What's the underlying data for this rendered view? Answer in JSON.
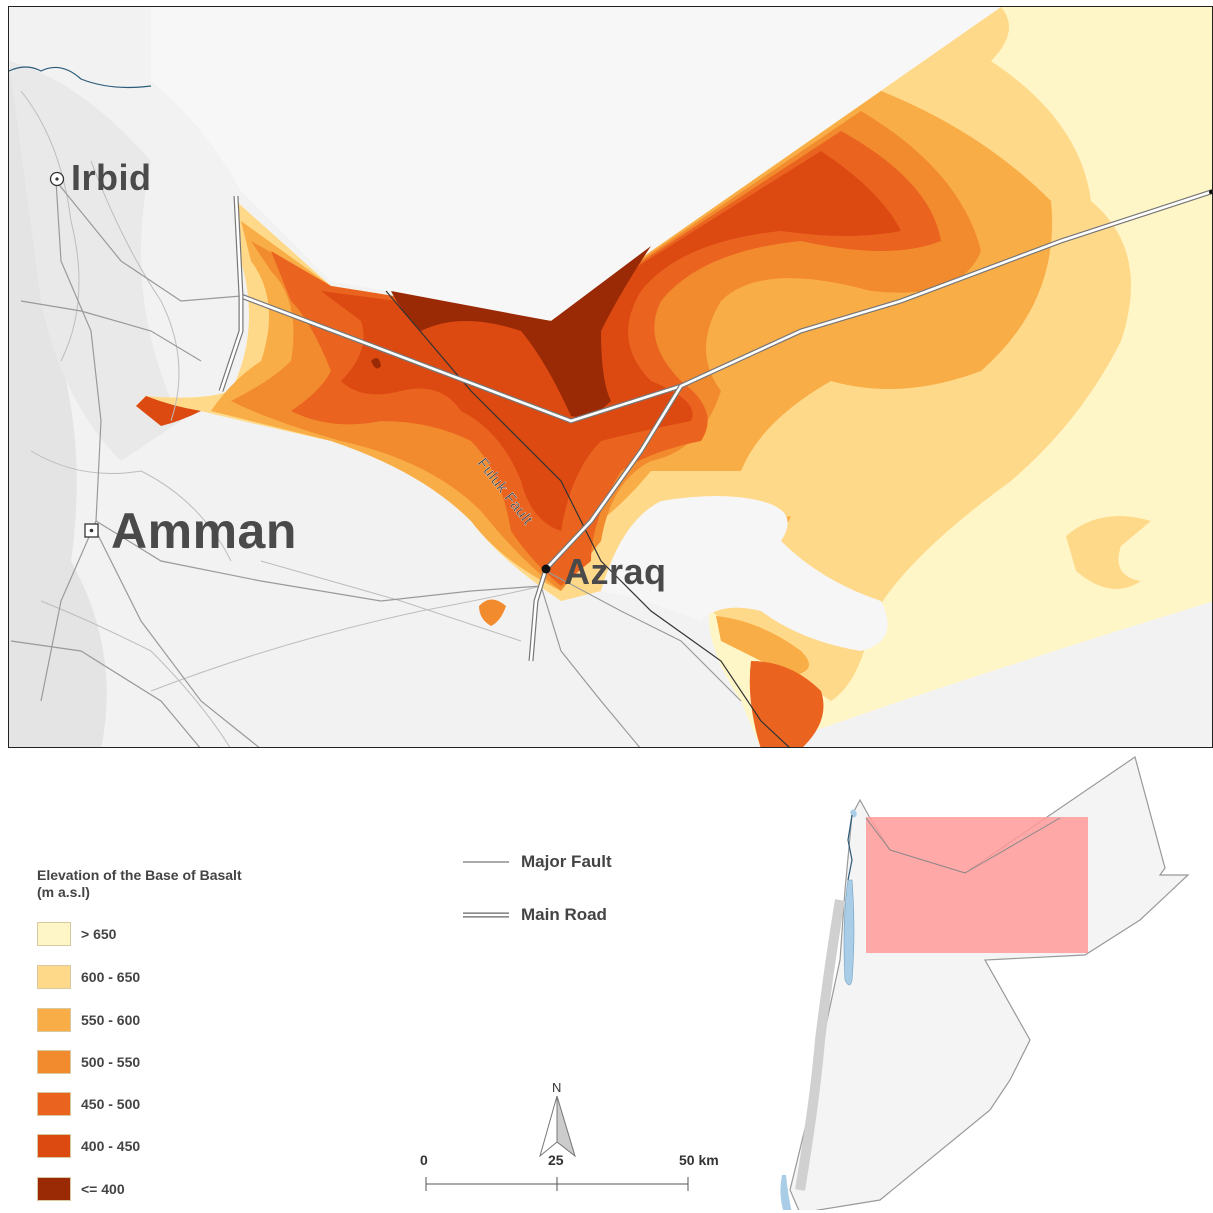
{
  "map": {
    "cities": [
      {
        "name": "Irbid",
        "symbol": "town-circle-icon"
      },
      {
        "name": "Amman",
        "symbol": "capital-square-icon"
      },
      {
        "name": "Azraq",
        "symbol": "dot-icon"
      }
    ],
    "fault_label": "Fuluk Fault"
  },
  "legend": {
    "title": "Elevation of the Base of Basalt\n(m a.s.l)",
    "classes": [
      {
        "label": "> 650",
        "color": "#fff6c8"
      },
      {
        "label": "600 - 650",
        "color": "#ffd98a"
      },
      {
        "label": "550 - 600",
        "color": "#f9ad46"
      },
      {
        "label": "500 - 550",
        "color": "#f28a2e"
      },
      {
        "label": "450 - 500",
        "color": "#ea6420"
      },
      {
        "label": "400 - 450",
        "color": "#dc4a12"
      },
      {
        "label": "<= 400",
        "color": "#9a2a06"
      }
    ]
  },
  "symbols": {
    "fault_label": "Major Fault",
    "road_label": "Main Road"
  },
  "north_arrow": {
    "label": "N"
  },
  "scale": {
    "ticks": [
      "0",
      "25",
      "50 km"
    ]
  },
  "inset": {
    "highlight_color": "#ff9a9a"
  }
}
